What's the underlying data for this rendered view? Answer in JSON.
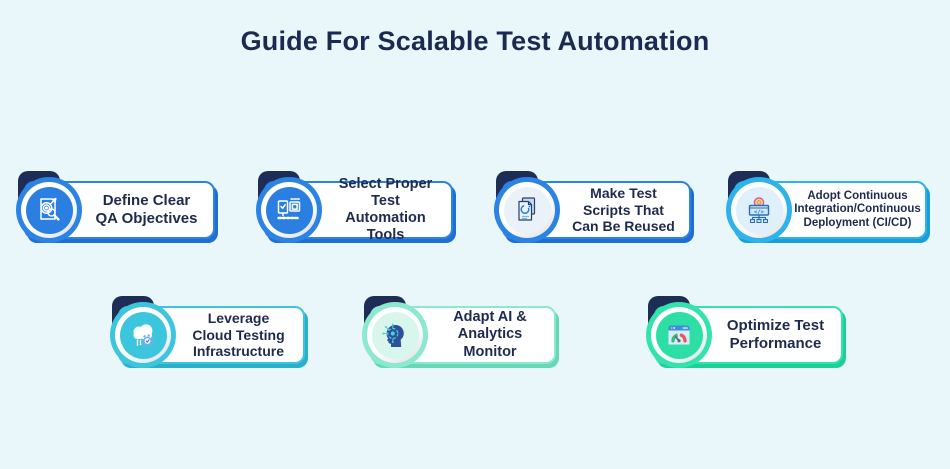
{
  "title": "Guide For Scalable Test Automation",
  "colors": {
    "background": "#e9f6fa",
    "title_text": "#1c2a52",
    "corner_shape": "#1e2d55",
    "blue_accent": "#2b83e6",
    "sky_accent": "#2fb2ea",
    "cyan_accent": "#3cc6de",
    "mint_accent": "#8ae9cf",
    "spring_accent": "#33e3ac",
    "card_text": "#1e2b4f"
  },
  "cards": [
    {
      "label": "Define Clear QA Objectives",
      "lines": [
        "Define Clear",
        "QA Objectives"
      ],
      "icon": "target-document-icon",
      "accent": "#2b83e6"
    },
    {
      "label": "Select Proper Test Automation Tools",
      "lines": [
        "Select Proper Test",
        "Automation Tools"
      ],
      "icon": "automation-tools-icon",
      "accent": "#2b83e6"
    },
    {
      "label": "Make Test Scripts That Can Be Reused",
      "lines": [
        "Make Test",
        "Scripts That",
        "Can Be Reused"
      ],
      "icon": "reusable-scripts-icon",
      "accent": "#2b83e6"
    },
    {
      "label": "Adopt Continuous Integration/Continuous Deployment (CI/CD)",
      "lines": [
        "Adopt Continuous",
        "Integration/Continuous",
        "Deployment (CI/CD)"
      ],
      "icon": "cicd-monitor-icon",
      "accent": "#2fb2ea"
    },
    {
      "label": "Leverage Cloud Testing Infrastructure",
      "lines": [
        "Leverage",
        "Cloud Testing",
        "Infrastructure"
      ],
      "icon": "cloud-gear-icon",
      "accent": "#3cc6de"
    },
    {
      "label": "Adapt AI & Analytics Monitor",
      "lines": [
        "Adapt AI &",
        "Analytics Monitor"
      ],
      "icon": "ai-head-icon",
      "accent": "#8ae9cf"
    },
    {
      "label": "Optimize Test Performance",
      "lines": [
        "Optimize Test",
        "Performance"
      ],
      "icon": "performance-gauge-icon",
      "accent": "#33e3ac"
    }
  ]
}
